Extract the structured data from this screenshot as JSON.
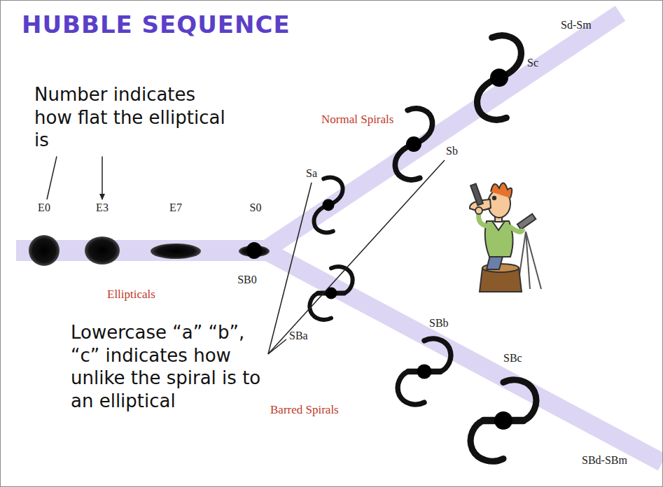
{
  "diagram": {
    "title": "HUBBLE SEQUENCE",
    "labels": [
      "Number indicates how flat the elliptical is",
      "E0",
      "E3",
      "E7",
      "S0",
      "SB0",
      "Ellipticals",
      "Normal Spirals",
      "Sa",
      "Sb",
      "Sc",
      "Sd-Sm",
      "SBa",
      "SBb",
      "SBc",
      "SBd-SBm",
      "Barred Spirals",
      "Lowercase “a” “b”, “c” indicates how unlike the spiral is to an elliptical"
    ]
  }
}
